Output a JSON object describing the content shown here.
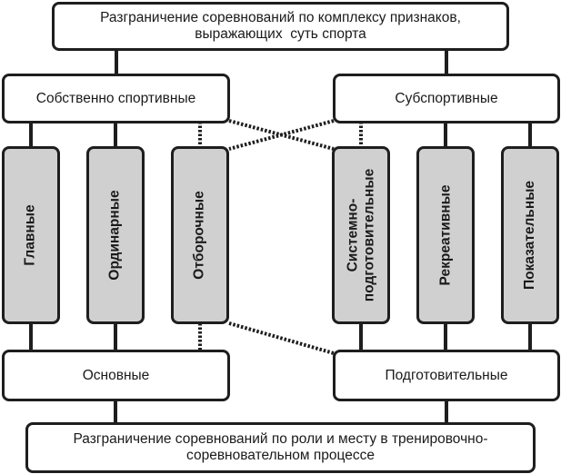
{
  "top_box": {
    "line1": "Разграничение соревнований по комплексу признаков,",
    "line2": "выражающих  суть спорта"
  },
  "upper_categories": {
    "left": "Собственно спортивные",
    "right": "Субспортивные"
  },
  "competition_types": [
    {
      "label": "Главные"
    },
    {
      "label": "Ординарные"
    },
    {
      "label": "Отборочные"
    },
    {
      "line1": "Системно-",
      "line2": "подготовительные"
    },
    {
      "label": "Рекреативные"
    },
    {
      "label": "Показательные"
    }
  ],
  "lower_categories": {
    "left": "Основные",
    "right": "Подготовительные"
  },
  "bottom_box": {
    "line1": "Разграничение соревнований по роли и месту в тренировочно-",
    "line2": "соревновательном процессе"
  },
  "colors": {
    "stroke": "#1e1e1e",
    "category_fill": "#d0d0d0",
    "box_fill": "#ffffff"
  }
}
